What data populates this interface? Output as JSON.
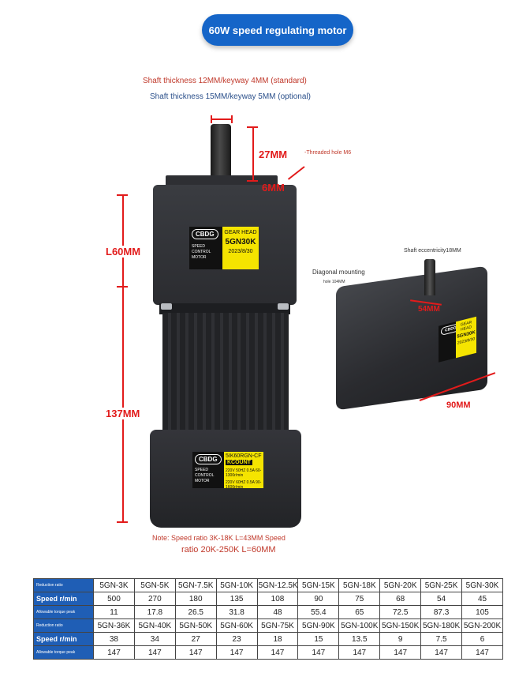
{
  "title": "60W speed regulating motor",
  "notes": {
    "shaft_standard": "Shaft thickness 12MM/keyway 4MM (standard)",
    "shaft_optional": "Shaft thickness 15MM/keyway 5MM (optional)",
    "threaded_hole": "-Threaded hole M6",
    "speed_ratio_line1": "Note: Speed ratio 3K-18K L=43MM Speed",
    "speed_ratio_line2": "ratio 20K-250K L=60MM",
    "shaft_eccentricity": "Shaft eccentricity18MM",
    "diagonal_mounting": "Diagonal mounting",
    "hole_size": "hole 104MM"
  },
  "dimensions": {
    "shaft_length": "27MM",
    "key_width": "6MM",
    "gear_length": "L60MM",
    "motor_length": "137MM",
    "right_width": "90MM",
    "right_flange": "54MM"
  },
  "gear_label": {
    "logo": "CBDG",
    "line1": "GEAR HEAD",
    "model": "5GN30K",
    "date": "2023/8/30",
    "small_text": "SPEED CONTROL MOTOR"
  },
  "motor_label": {
    "logo": "CBDG",
    "model": "5IK60RGN-CF",
    "badge": "KCOUNT",
    "spec1": "220V 50HZ 0.5A 60-1300r/min",
    "spec2": "220V 60HZ 0.5A 90-1600r/min",
    "small_text": "SPEED CONTROL MOTOR"
  },
  "right_label": {
    "logo": "CBDG",
    "line1": "GEAR HEAD",
    "model": "5GN30K",
    "date": "2023/8/30"
  },
  "table": {
    "header_reduction": "Reduction ratio",
    "header_speed": "Speed r/min",
    "header_torque": "Allowable torque peak",
    "rows1": {
      "ratios": [
        "5GN-3K",
        "5GN-5K",
        "5GN-7.5K",
        "5GN-10K",
        "5GN-12.5K",
        "5GN-15K",
        "5GN-18K",
        "5GN-20K",
        "5GN-25K",
        "5GN-30K"
      ],
      "speeds": [
        "500",
        "270",
        "180",
        "135",
        "108",
        "90",
        "75",
        "68",
        "54",
        "45"
      ],
      "torques": [
        "11",
        "17.8",
        "26.5",
        "31.8",
        "48",
        "55.4",
        "65",
        "72.5",
        "87.3",
        "105"
      ]
    },
    "rows2": {
      "ratios": [
        "5GN-36K",
        "5GN-40K",
        "5GN-50K",
        "5GN-60K",
        "5GN-75K",
        "5GN-90K",
        "5GN-100K",
        "5GN-150K",
        "5GN-180K",
        "5GN-200K"
      ],
      "speeds": [
        "38",
        "34",
        "27",
        "23",
        "18",
        "15",
        "13.5",
        "9",
        "7.5",
        "6"
      ],
      "torques": [
        "147",
        "147",
        "147",
        "147",
        "147",
        "147",
        "147",
        "147",
        "147",
        "147"
      ]
    }
  },
  "colors": {
    "accent_blue": "#1565c8",
    "dimension_red": "#e21b1b",
    "label_yellow": "#f5e400"
  }
}
